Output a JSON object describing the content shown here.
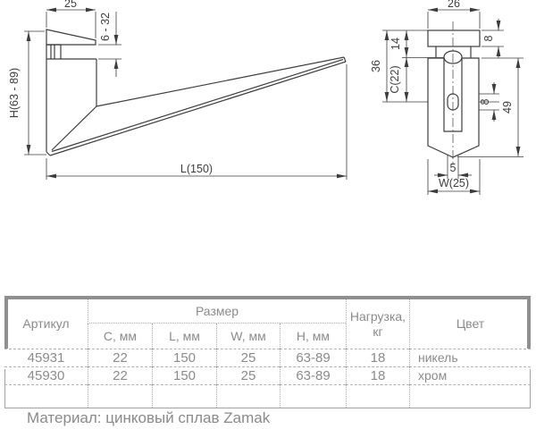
{
  "drawing": {
    "side_view": {
      "top_width": "25",
      "glass_range": "6 - 32",
      "height": "H(63 - 89)",
      "length": "L(150)"
    },
    "front_view": {
      "top_width": "26",
      "head_height": "8",
      "hole_offset_top": "14",
      "hole_offset_mid": "36",
      "c_dim": "C(22)",
      "slot_height": "8",
      "body_height": "49",
      "slot_width": "5",
      "width": "W(25)"
    }
  },
  "table": {
    "headers": {
      "article": "Артикул",
      "size_group": "Размер",
      "size_cols": [
        "C, мм",
        "L, мм",
        "W, мм",
        "H, мм"
      ],
      "load": "Нагрузка, кг",
      "color": "Цвет"
    },
    "rows": [
      {
        "article": "45931",
        "c": "22",
        "l": "150",
        "w": "25",
        "h": "63-89",
        "load": "18",
        "color": "никель"
      },
      {
        "article": "45930",
        "c": "22",
        "l": "150",
        "w": "25",
        "h": "63-89",
        "load": "18",
        "color": "хром"
      }
    ]
  },
  "footer": {
    "material": "Материал: цинковый сплав Zamak"
  },
  "colors": {
    "line": "#3d3d3d",
    "table_text": "#8b8b8b",
    "frame": "#8f8f8f"
  }
}
